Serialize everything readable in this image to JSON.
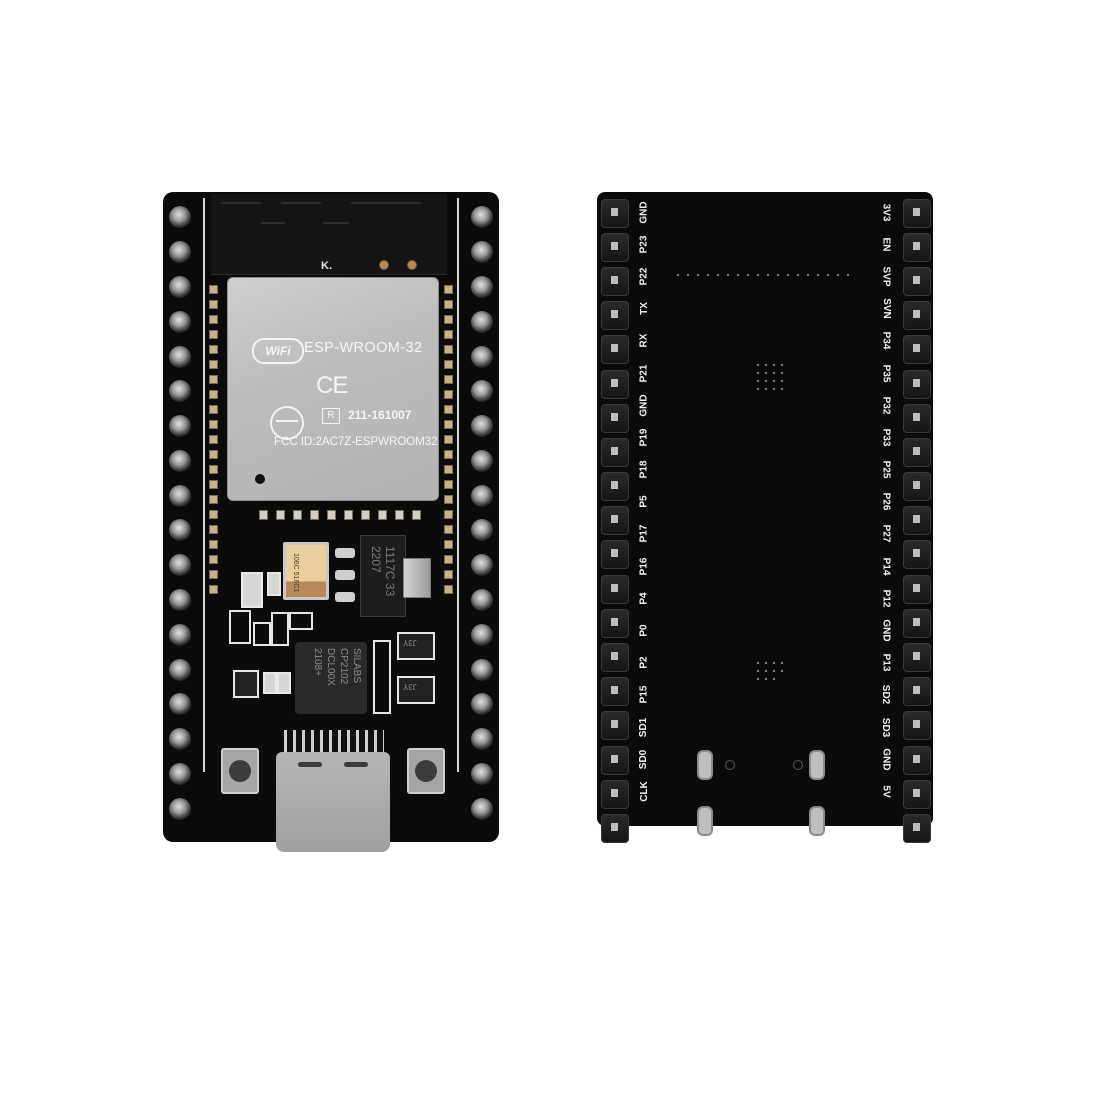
{
  "scene": {
    "description": "Product photo of an ESP32 development board, front and back views on white background",
    "background_color": "#ffffff",
    "board_color": "#0b0b0c"
  },
  "front": {
    "module": {
      "wifi_logo": "WiFi",
      "model": "ESP-WROOM-32",
      "ce_mark": "CE",
      "r_mark": "R",
      "cert_number": "211-161007",
      "fcc_id": "FCC ID:2AC7Z-ESPWROOM32",
      "antenna_marking": "K."
    },
    "tantalum_cap_text": "106C 516C1",
    "regulator_text": "1117C 33 2207",
    "usb_bridge_text": "SILABS CP2102 DCL00X 2108+",
    "transistor_text": "J3Y",
    "pins_per_side": 19
  },
  "back": {
    "left_labels": [
      "GND",
      "P23",
      "P22",
      "TX",
      "RX",
      "P21",
      "GND",
      "P19",
      "P18",
      "P5",
      "P17",
      "P16",
      "P4",
      "P0",
      "P2",
      "P15",
      "SD1",
      "SD0",
      "CLK"
    ],
    "right_labels": [
      "3V3",
      "EN",
      "SVP",
      "SVN",
      "P34",
      "P35",
      "P32",
      "P33",
      "P25",
      "P26",
      "P27",
      "P14",
      "P12",
      "GND",
      "P13",
      "SD2",
      "SD3",
      "GND",
      "5V"
    ]
  }
}
